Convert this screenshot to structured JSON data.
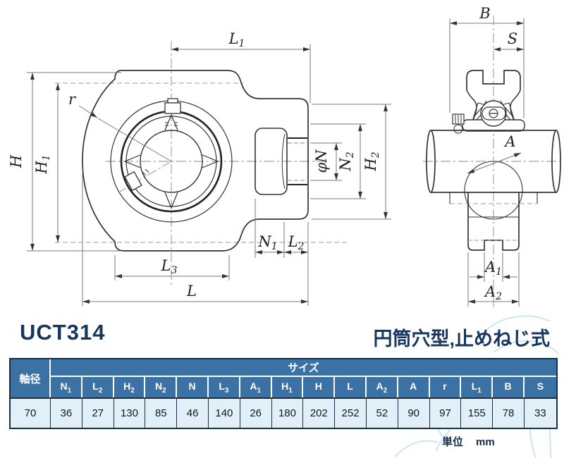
{
  "part": {
    "code": "UCT314",
    "type_label": "円筒穴型,止めねじ式"
  },
  "drawing": {
    "front": {
      "labels": {
        "L1": {
          "m": "L",
          "s": "1"
        },
        "H": {
          "m": "H",
          "s": ""
        },
        "H1": {
          "m": "H",
          "s": "1"
        },
        "r": {
          "m": "r",
          "s": ""
        },
        "phiN": {
          "m": "φN",
          "s": ""
        },
        "N2": {
          "m": "N",
          "s": "2"
        },
        "H2": {
          "m": "H",
          "s": "2"
        },
        "N1": {
          "m": "N",
          "s": "1"
        },
        "L2": {
          "m": "L",
          "s": "2"
        },
        "L3": {
          "m": "L",
          "s": "3"
        },
        "L": {
          "m": "L",
          "s": ""
        }
      }
    },
    "side": {
      "labels": {
        "B": {
          "m": "B",
          "s": ""
        },
        "S": {
          "m": "S",
          "s": ""
        },
        "A": {
          "m": "A",
          "s": ""
        },
        "A1": {
          "m": "A",
          "s": "1"
        },
        "A2": {
          "m": "A",
          "s": "2"
        }
      }
    }
  },
  "table": {
    "shaft_col_header": "軸径",
    "size_header": "サイズ",
    "columns": [
      {
        "m": "N",
        "s": "1"
      },
      {
        "m": "L",
        "s": "2"
      },
      {
        "m": "H",
        "s": "2"
      },
      {
        "m": "N",
        "s": "2"
      },
      {
        "m": "N",
        "s": ""
      },
      {
        "m": "L",
        "s": "3"
      },
      {
        "m": "A",
        "s": "1"
      },
      {
        "m": "H",
        "s": "1"
      },
      {
        "m": "H",
        "s": ""
      },
      {
        "m": "L",
        "s": ""
      },
      {
        "m": "A",
        "s": "2"
      },
      {
        "m": "A",
        "s": ""
      },
      {
        "m": "r",
        "s": ""
      },
      {
        "m": "L",
        "s": "1"
      },
      {
        "m": "B",
        "s": ""
      },
      {
        "m": "S",
        "s": ""
      }
    ],
    "shaft_value": "70",
    "values": [
      "36",
      "27",
      "130",
      "85",
      "46",
      "140",
      "26",
      "180",
      "202",
      "252",
      "52",
      "90",
      "97",
      "155",
      "78",
      "33"
    ]
  },
  "footer": {
    "unit_label": "単位",
    "unit_value": "mm"
  },
  "colors": {
    "title_navy": "#17365e",
    "table_header_blue": "#3a72a6",
    "table_row_light": "#e1eff8",
    "table_border_dark": "#1d2d44",
    "watermark_blue": "#c8e4f2"
  }
}
